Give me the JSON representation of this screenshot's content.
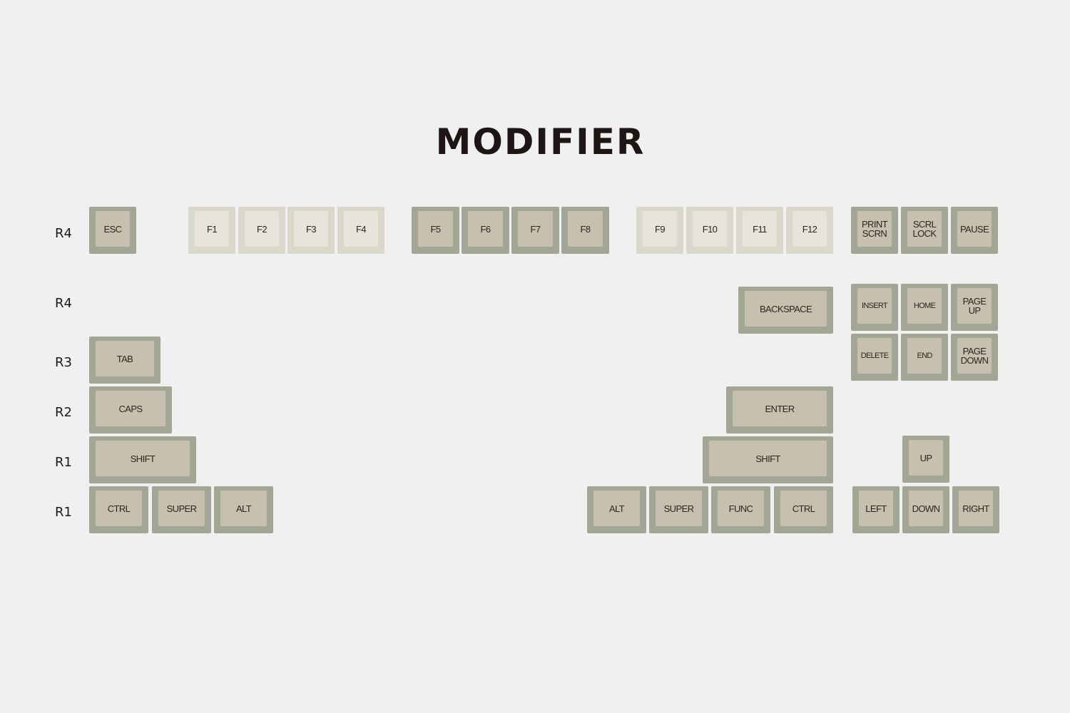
{
  "title": "MODIFIER",
  "colors": {
    "background": "#f0f0f0",
    "modifier_side": "#a3a595",
    "modifier_top": "#c7c0ae",
    "alpha_side": "#d9d8cb",
    "alpha_top": "#e7e5da",
    "legend_text": "#2b2620"
  },
  "row_labels": [
    "R4",
    "R4",
    "R3",
    "R2",
    "R1",
    "R1"
  ],
  "keys": [
    {
      "id": "esc",
      "label": "ESC",
      "color": "modifier"
    },
    {
      "id": "f1",
      "label": "F1",
      "color": "alpha"
    },
    {
      "id": "f2",
      "label": "F2",
      "color": "alpha"
    },
    {
      "id": "f3",
      "label": "F3",
      "color": "alpha"
    },
    {
      "id": "f4",
      "label": "F4",
      "color": "alpha"
    },
    {
      "id": "f5",
      "label": "F5",
      "color": "modifier"
    },
    {
      "id": "f6",
      "label": "F6",
      "color": "modifier"
    },
    {
      "id": "f7",
      "label": "F7",
      "color": "modifier"
    },
    {
      "id": "f8",
      "label": "F8",
      "color": "modifier"
    },
    {
      "id": "f9",
      "label": "F9",
      "color": "alpha"
    },
    {
      "id": "f10",
      "label": "F10",
      "color": "alpha"
    },
    {
      "id": "f11",
      "label": "F11",
      "color": "alpha"
    },
    {
      "id": "f12",
      "label": "F12",
      "color": "alpha"
    },
    {
      "id": "print-screen",
      "label": "PRINT\nSCRN",
      "color": "modifier"
    },
    {
      "id": "scroll-lock",
      "label": "SCRL\nLOCK",
      "color": "modifier"
    },
    {
      "id": "pause",
      "label": "PAUSE",
      "color": "modifier"
    },
    {
      "id": "backspace",
      "label": "BACKSPACE",
      "color": "modifier"
    },
    {
      "id": "insert",
      "label": "INSERT",
      "color": "modifier"
    },
    {
      "id": "home",
      "label": "HOME",
      "color": "modifier"
    },
    {
      "id": "page-up",
      "label": "PAGE\nUP",
      "color": "modifier"
    },
    {
      "id": "tab",
      "label": "TAB",
      "color": "modifier"
    },
    {
      "id": "delete",
      "label": "DELETE",
      "color": "modifier"
    },
    {
      "id": "end",
      "label": "END",
      "color": "modifier"
    },
    {
      "id": "page-down",
      "label": "PAGE\nDOWN",
      "color": "modifier"
    },
    {
      "id": "caps",
      "label": "CAPS",
      "color": "modifier"
    },
    {
      "id": "enter",
      "label": "ENTER",
      "color": "modifier"
    },
    {
      "id": "left-shift",
      "label": "SHIFT",
      "color": "modifier"
    },
    {
      "id": "right-shift",
      "label": "SHIFT",
      "color": "modifier"
    },
    {
      "id": "up",
      "label": "UP",
      "color": "modifier"
    },
    {
      "id": "left-ctrl",
      "label": "CTRL",
      "color": "modifier"
    },
    {
      "id": "left-super",
      "label": "SUPER",
      "color": "modifier"
    },
    {
      "id": "left-alt",
      "label": "ALT",
      "color": "modifier"
    },
    {
      "id": "right-alt",
      "label": "ALT",
      "color": "modifier"
    },
    {
      "id": "right-super",
      "label": "SUPER",
      "color": "modifier"
    },
    {
      "id": "func",
      "label": "FUNC",
      "color": "modifier"
    },
    {
      "id": "right-ctrl",
      "label": "CTRL",
      "color": "modifier"
    },
    {
      "id": "left",
      "label": "LEFT",
      "color": "modifier"
    },
    {
      "id": "down",
      "label": "DOWN",
      "color": "modifier"
    },
    {
      "id": "right",
      "label": "RIGHT",
      "color": "modifier"
    }
  ]
}
